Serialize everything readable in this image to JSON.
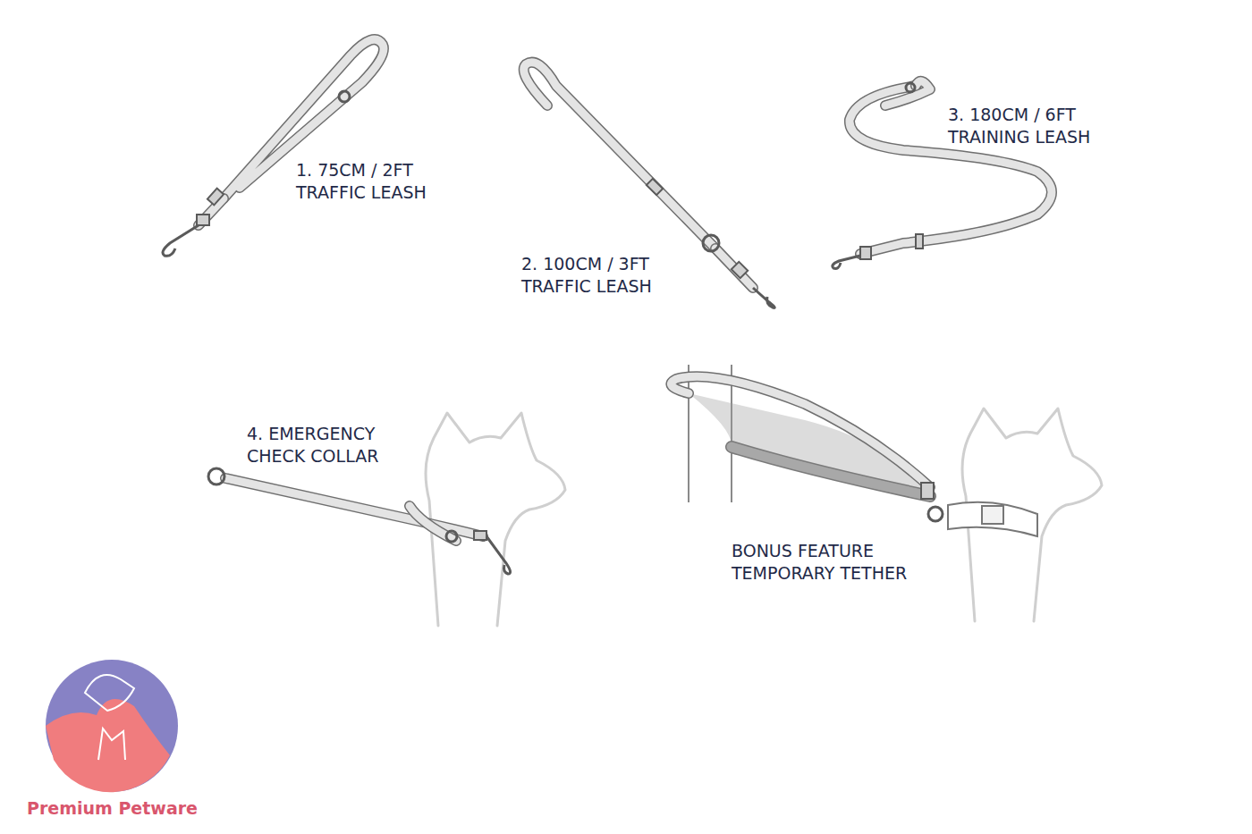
{
  "diagram": {
    "labels": [
      "1. 75CM / 2FT TRAFFIC LEASH",
      "2. 100CM / 3FT TRAFFIC LEASH",
      "3. 180CM / 6FT TRAINING LEASH",
      "4. EMERGENCY CHECK COLLAR",
      "BONUS FEATURE TEMPORARY TETHER",
      "Premium Petware"
    ]
  }
}
